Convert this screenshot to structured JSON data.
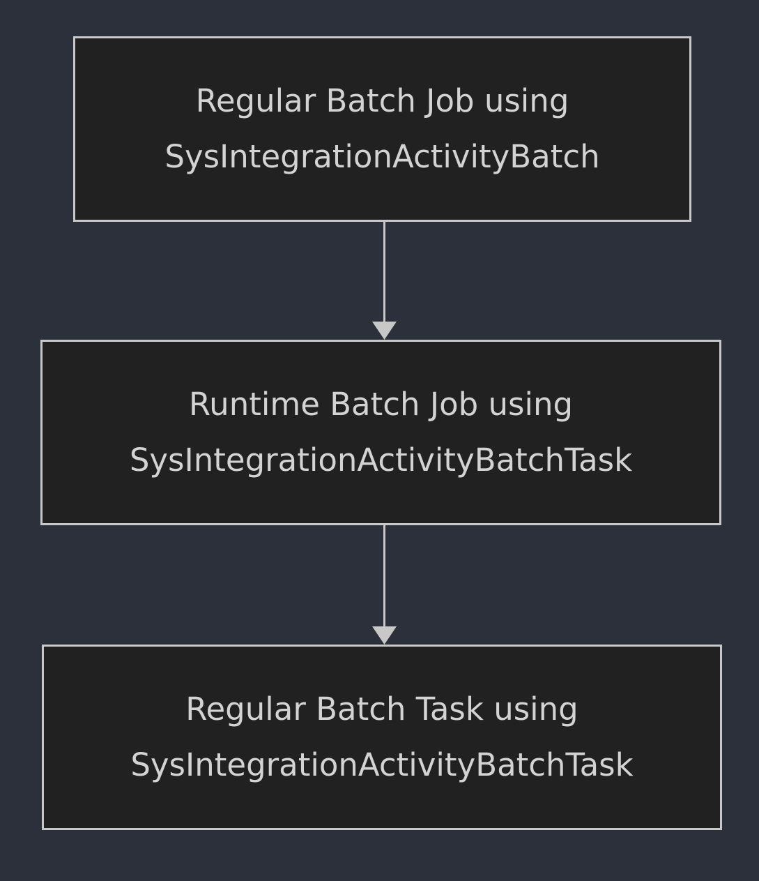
{
  "diagram": {
    "type": "flowchart",
    "direction": "top-to-bottom",
    "background_color": "#2b303b",
    "node_fill_color": "#212121",
    "node_border_color": "#c8c8c8",
    "text_color": "#d3d3d3",
    "edge_color": "#c8c8c8",
    "nodes": [
      {
        "id": "regular-batch-job",
        "line1": "Regular Batch Job using",
        "line2": "SysIntegrationActivityBatch"
      },
      {
        "id": "runtime-batch-job",
        "line1": "Runtime Batch Job using",
        "line2": "SysIntegrationActivityBatchTask"
      },
      {
        "id": "regular-batch-task",
        "line1": "Regular Batch Task using",
        "line2": "SysIntegrationActivityBatchTask"
      }
    ],
    "edges": [
      {
        "id": "edge-1",
        "from": "regular-batch-job",
        "to": "runtime-batch-job",
        "label": "",
        "arrow": "filled-triangle"
      },
      {
        "id": "edge-2",
        "from": "runtime-batch-job",
        "to": "regular-batch-task",
        "label": "",
        "arrow": "filled-triangle"
      }
    ]
  }
}
